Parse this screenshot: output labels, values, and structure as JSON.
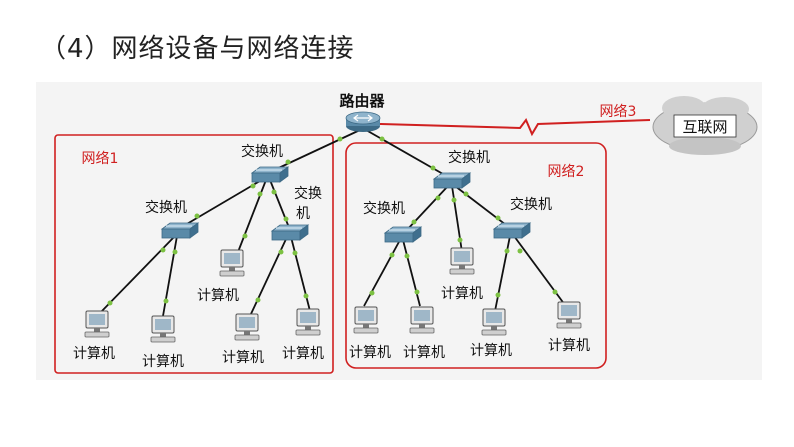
{
  "title": "（4）网络设备与网络连接",
  "labels": {
    "router": "路由器",
    "switch": "交换机",
    "switch_split_1": "交换",
    "switch_split_2": "机",
    "computer": "计算机",
    "internet": "互联网",
    "network1": "网络1",
    "network2": "网络2",
    "network3": "网络3"
  },
  "colors": {
    "link": "#111111",
    "wan_link": "#d02020",
    "group_border": "#d02020",
    "port_dot": "#7cc142",
    "device": "#5a8aa8"
  }
}
